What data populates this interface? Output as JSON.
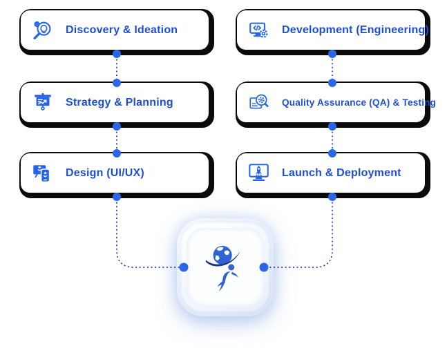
{
  "diagram": {
    "name": "software-development-process-flow",
    "columns": {
      "left": [
        {
          "label": "Discovery & Ideation",
          "icon": "magnifier-idea-gear-icon"
        },
        {
          "label": "Strategy & Planning",
          "icon": "presentation-chart-icon"
        },
        {
          "label": "Design (UI/UX)",
          "icon": "devices-ui-design-icon"
        }
      ],
      "right": [
        {
          "label": "Development (Engineering)",
          "icon": "monitor-code-gear-icon"
        },
        {
          "label": "Quality Assurance (QA) & Testing",
          "icon": "document-magnifier-gear-icon"
        },
        {
          "label": "Launch & Deployment",
          "icon": "monitor-rocket-icon"
        }
      ]
    },
    "hub": {
      "logo": "globe-person-logo"
    },
    "colors": {
      "label_text": "#1d4ed8",
      "icon_blue": "#2563eb",
      "connector_dot": "#2b66e8",
      "connector_line": "#1e3fae",
      "card_frame": "#0b0b0d",
      "card_face": "#ffffff",
      "hub_glow": "#d7e2f6",
      "background": "#ffffff"
    }
  }
}
